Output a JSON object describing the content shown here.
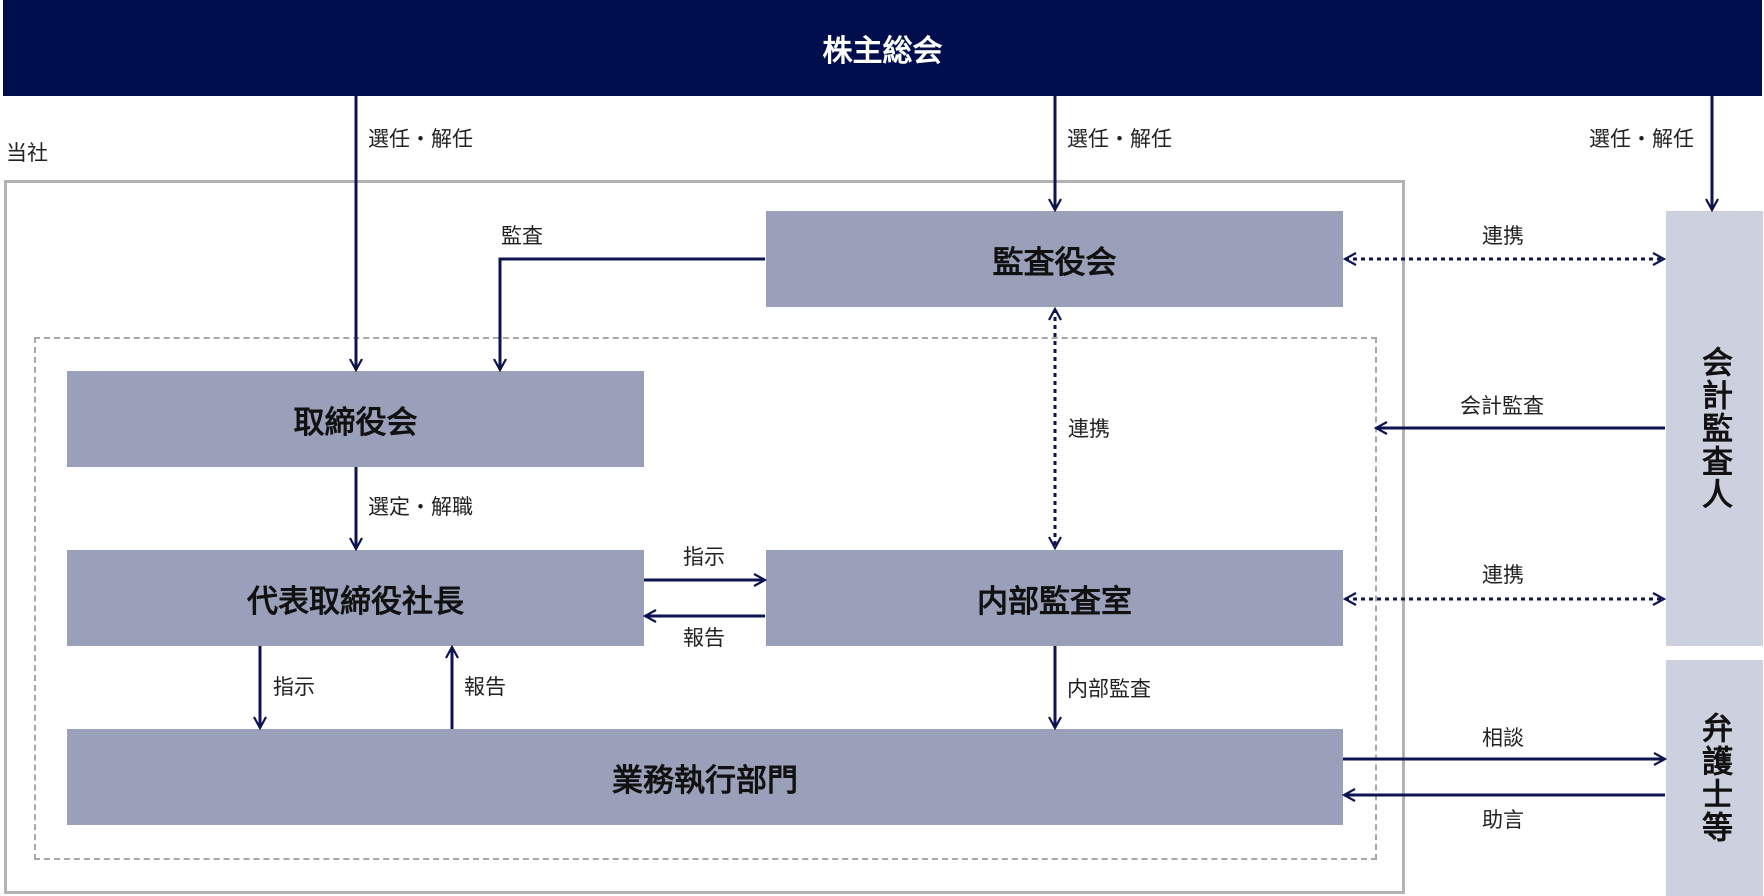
{
  "header": {
    "title": "株主総会"
  },
  "company_label": "当社",
  "boxes": {
    "audit_board": "監査役会",
    "board": "取締役会",
    "president": "代表取締役社長",
    "internal_audit": "内部監査室",
    "operations": "業務執行部門",
    "accounting_auditor": "会計監査人",
    "lawyers": "弁護士等"
  },
  "labels": {
    "appoint_dismiss_board": "選任・解任",
    "appoint_dismiss_audit": "選任・解任",
    "appoint_dismiss_accountant": "選任・解任",
    "audit": "監査",
    "select_dismiss": "選定・解職",
    "collab_audit_internal": "連携",
    "collab_audit_accountant": "連携",
    "collab_internal_accountant": "連携",
    "accounting_audit": "会計監査",
    "instruct_pres_internal": "指示",
    "report_internal_pres": "報告",
    "instruct_pres_ops": "指示",
    "report_ops_pres": "報告",
    "internal_audit_flow": "内部監査",
    "consult": "相談",
    "advice": "助言"
  },
  "colors": {
    "header_bg": "#000e4d",
    "box_fill": "#9aa0b9",
    "side_fill": "#cdd0de",
    "line": "#0d1450",
    "frame": "#b3b3b3"
  }
}
